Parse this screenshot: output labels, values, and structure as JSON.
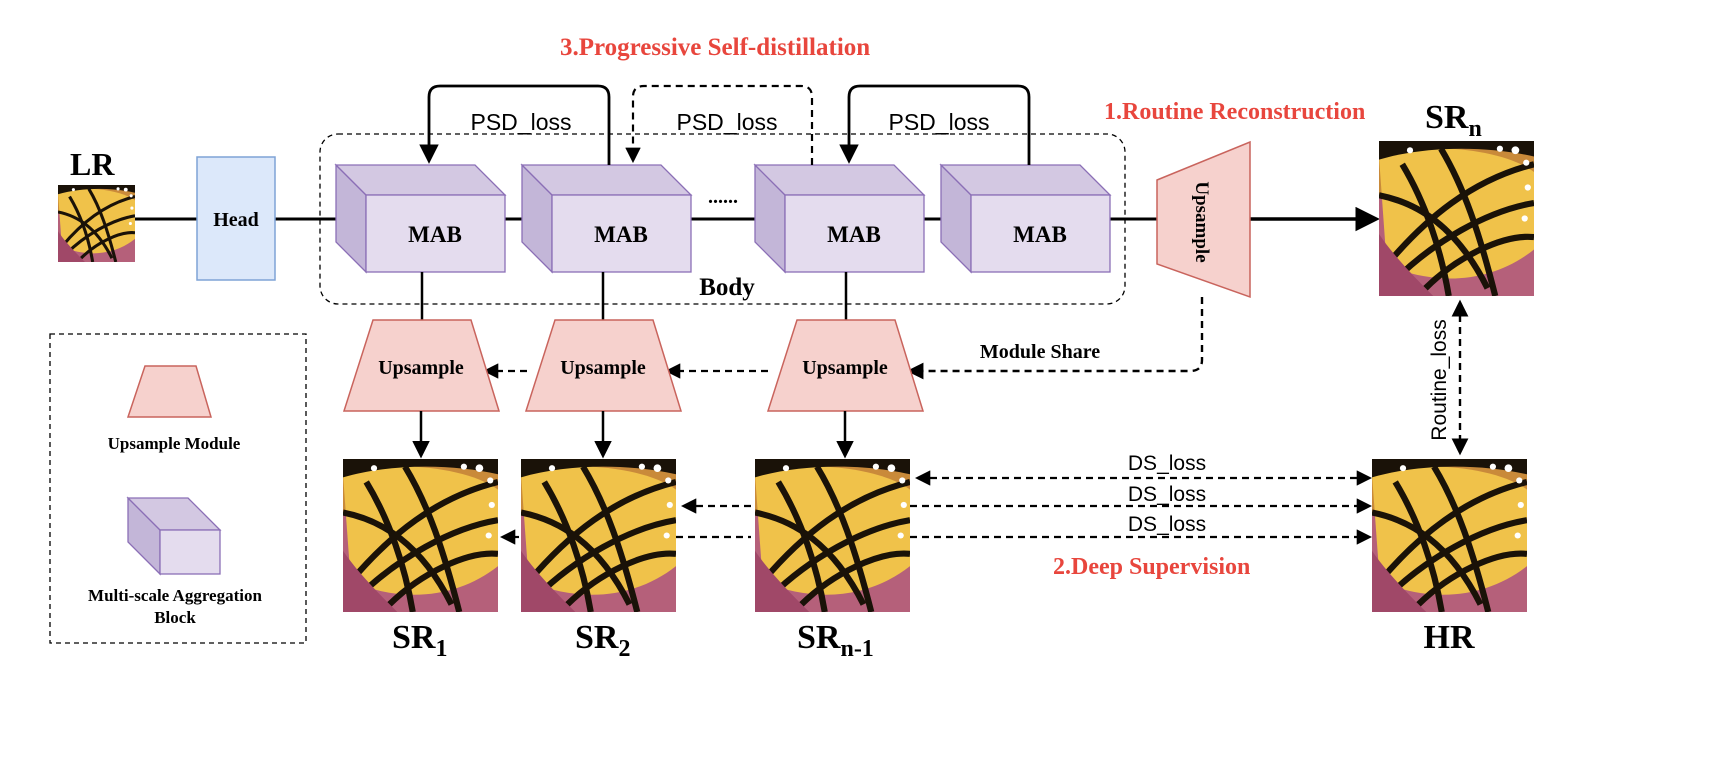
{
  "colors": {
    "red": "#e8463d",
    "head_fill": "#dce8fa",
    "head_stroke": "#7fa3d6",
    "mab_front": "#e4dcee",
    "mab_top": "#d3c8e2",
    "mab_side": "#c3b6d8",
    "mab_stroke": "#8b6fb6",
    "up_fill": "#f6d1cd",
    "up_stroke": "#c9645d"
  },
  "titles": {
    "progressive": "3.Progressive Self-distillation",
    "routine": "1.Routine Reconstruction",
    "deep": "2.Deep Supervision"
  },
  "labels": {
    "lr": "LR",
    "head": "Head",
    "mab": "MAB",
    "body": "Body",
    "dots": "......",
    "upsample": "Upsample",
    "module_share": "Module Share",
    "psd_loss": "PSD_loss",
    "ds_loss": "DS_loss",
    "routine_loss": "Routine_loss",
    "sr_base": "SR",
    "sr_sub_n": "n",
    "sr_sub_1": "1",
    "sr_sub_2": "2",
    "sr_sub_n1": "n-1",
    "hr": "HR"
  },
  "legend": {
    "upsample_module": "Upsample Module",
    "mab_line1": "Multi-scale Aggregation",
    "mab_line2": "Block"
  },
  "icons": [
    "butterfly-image",
    "arrow-icon",
    "dashed-arrow-icon"
  ]
}
